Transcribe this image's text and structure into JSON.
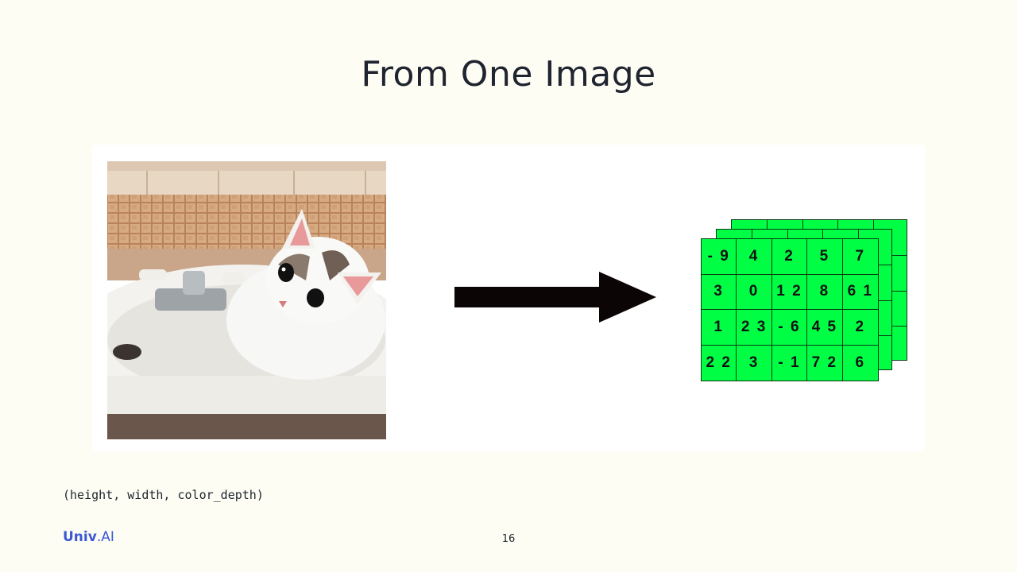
{
  "slide": {
    "title": "From One Image",
    "caption": "(height, width, color_depth)",
    "page_number": "16"
  },
  "logo": {
    "brand": "Univ",
    "suffix": ".AI"
  },
  "matrix": {
    "rows": [
      [
        "- 9",
        "4",
        "2",
        "5",
        "7"
      ],
      [
        "3",
        "0",
        "1 2",
        "8",
        "6 1"
      ],
      [
        "1",
        "2 3",
        "- 6",
        "4 5",
        "2"
      ],
      [
        "2 2",
        "3",
        "- 1",
        "7 2",
        "6"
      ]
    ],
    "color": "#00ff44"
  },
  "colors": {
    "background": "#fdfdf3",
    "panel": "#ffffff",
    "arrow": "#0b0505",
    "logo": "#3957d6"
  }
}
